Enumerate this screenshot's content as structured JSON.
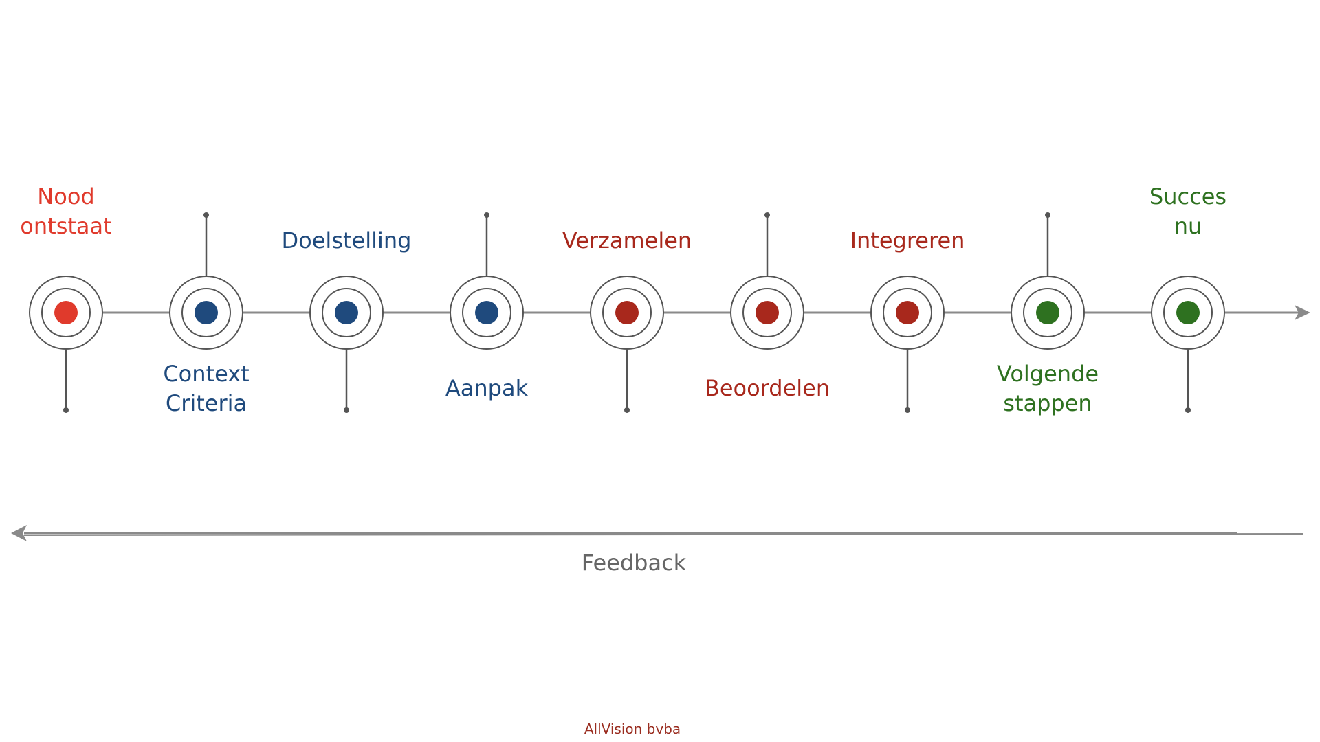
{
  "diagram": {
    "colors": {
      "axis": "#8a8a8a",
      "ring": "#555555",
      "stem": "#555555",
      "red_bright": "#e03a2c",
      "red": "#a8281c",
      "blue": "#1f4a7d",
      "green": "#2e7120",
      "feedback_text": "#666666",
      "footer_text": "#9a2d20"
    },
    "steps": [
      {
        "lines": [
          "Nood",
          "ontstaat"
        ],
        "color": "red_bright",
        "text_color": "red_bright",
        "label_position": "above",
        "stem": "below"
      },
      {
        "lines": [
          "Context",
          "Criteria"
        ],
        "color": "blue",
        "text_color": "blue",
        "label_position": "below",
        "stem": "above"
      },
      {
        "lines": [
          "Doelstelling"
        ],
        "color": "blue",
        "text_color": "blue",
        "label_position": "above",
        "stem": "below"
      },
      {
        "lines": [
          "Aanpak"
        ],
        "color": "blue",
        "text_color": "blue",
        "label_position": "below",
        "stem": "above"
      },
      {
        "lines": [
          "Verzamelen"
        ],
        "color": "red",
        "text_color": "red",
        "label_position": "above",
        "stem": "below"
      },
      {
        "lines": [
          "Beoordelen"
        ],
        "color": "red",
        "text_color": "red",
        "label_position": "below",
        "stem": "above"
      },
      {
        "lines": [
          "Integreren"
        ],
        "color": "red",
        "text_color": "red",
        "label_position": "above",
        "stem": "below"
      },
      {
        "lines": [
          "Volgende",
          "stappen"
        ],
        "color": "green",
        "text_color": "green",
        "label_position": "below",
        "stem": "above"
      },
      {
        "lines": [
          "Succes",
          "nu"
        ],
        "color": "green",
        "text_color": "green",
        "label_position": "above",
        "stem": "below"
      }
    ],
    "feedback_label": "Feedback",
    "footer": "AllVision bvba"
  }
}
